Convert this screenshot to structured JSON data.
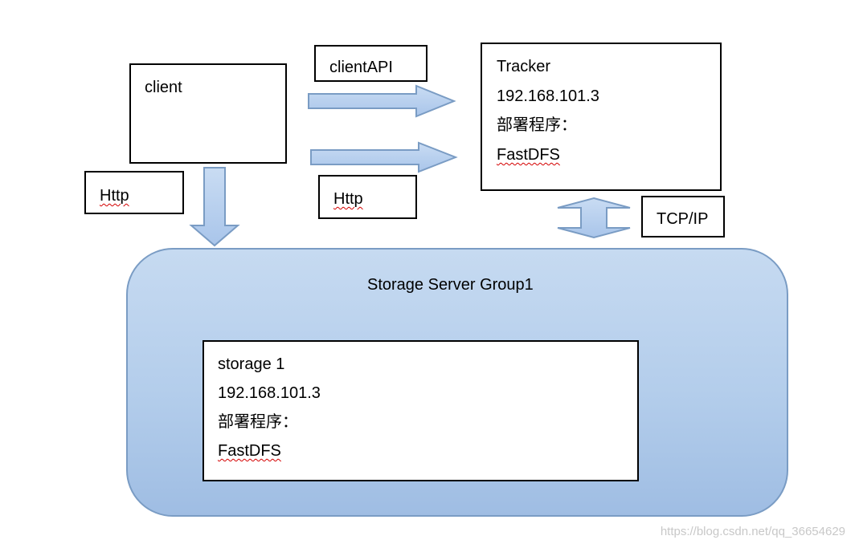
{
  "client": {
    "label": "client"
  },
  "client_api": {
    "label": "clientAPI"
  },
  "http_left": {
    "label": "Http"
  },
  "http_middle": {
    "label": "Http"
  },
  "tracker": {
    "title": "Tracker",
    "ip": "192.168.101.3",
    "deploy_label": "部署程序：",
    "program": "FastDFS"
  },
  "tcp_ip": {
    "label": "TCP/IP"
  },
  "storage_group": {
    "title": "Storage Server Group1",
    "storage": {
      "title": "storage 1",
      "ip": "192.168.101.3",
      "deploy_label": "部署程序：",
      "program": "FastDFS"
    }
  },
  "watermark": "https://blog.csdn.net/qq_36654629",
  "colors": {
    "arrow_fill": "#b8d0ee",
    "arrow_stroke": "#7a9cc4",
    "group_fill": "#b3cdeb",
    "group_border": "#7a9cc4",
    "squiggle": "#d40000"
  }
}
